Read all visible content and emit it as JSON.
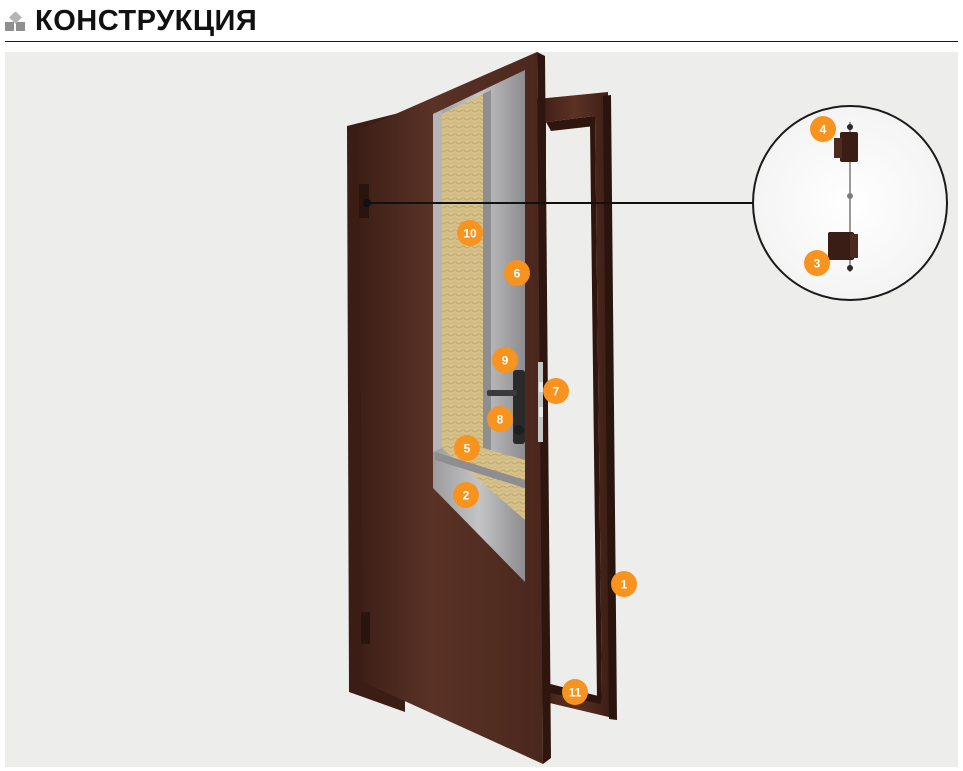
{
  "header": {
    "title": "КОНСТРУКЦИЯ",
    "icon": "cubes-icon"
  },
  "diagram": {
    "subject": "steel door construction with cut-away view and hinge detail",
    "markers": [
      "1",
      "2",
      "3",
      "4",
      "5",
      "6",
      "7",
      "8",
      "9",
      "10",
      "11"
    ],
    "colors": {
      "marker": "#f7931e",
      "door_leaf": "#4e2a20",
      "frame": "#4a261c",
      "insulation": "#d9c48e",
      "inner_steel": "#a8a8aa",
      "background": "#ededec"
    }
  }
}
